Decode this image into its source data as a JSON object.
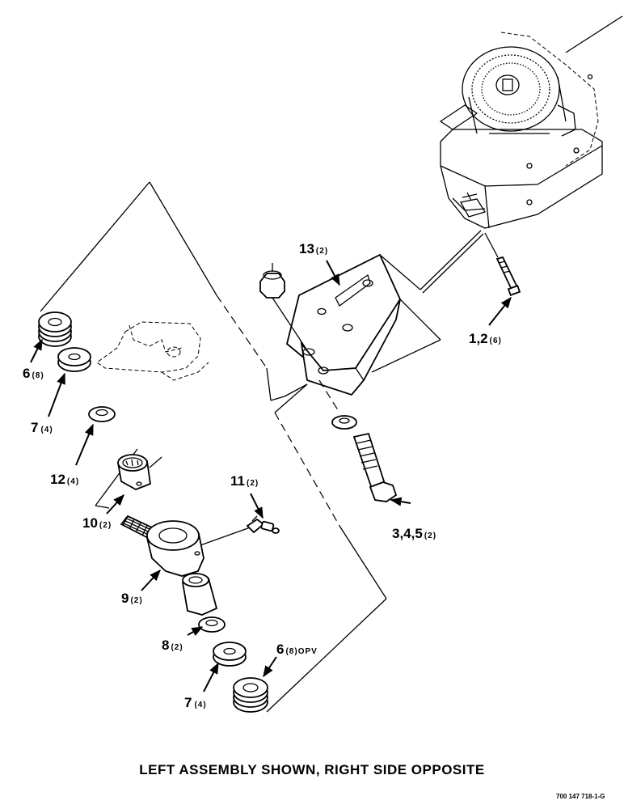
{
  "callouts": [
    {
      "id": "c13",
      "num": "13",
      "qty": "(2)"
    },
    {
      "id": "c1",
      "num": "1,2",
      "qty": "(6)"
    },
    {
      "id": "c6a",
      "num": "6",
      "qty": "(8)"
    },
    {
      "id": "c7a",
      "num": "7",
      "qty": "(4)"
    },
    {
      "id": "c12",
      "num": "12",
      "qty": "(4)"
    },
    {
      "id": "c11",
      "num": "11",
      "qty": "(2)"
    },
    {
      "id": "c10",
      "num": "10",
      "qty": "(2)"
    },
    {
      "id": "c345",
      "num": "3,4,5",
      "qty": "(2)"
    },
    {
      "id": "c9",
      "num": "9",
      "qty": "(2)"
    },
    {
      "id": "c8",
      "num": "8",
      "qty": "(2)"
    },
    {
      "id": "c6b",
      "num": "6",
      "qty": "(8)OPV"
    },
    {
      "id": "c7b",
      "num": "7",
      "qty": "(4)"
    }
  ],
  "caption": "LEFT ASSEMBLY SHOWN, RIGHT SIDE OPPOSITE",
  "document_number": "700 147 718-1-G"
}
